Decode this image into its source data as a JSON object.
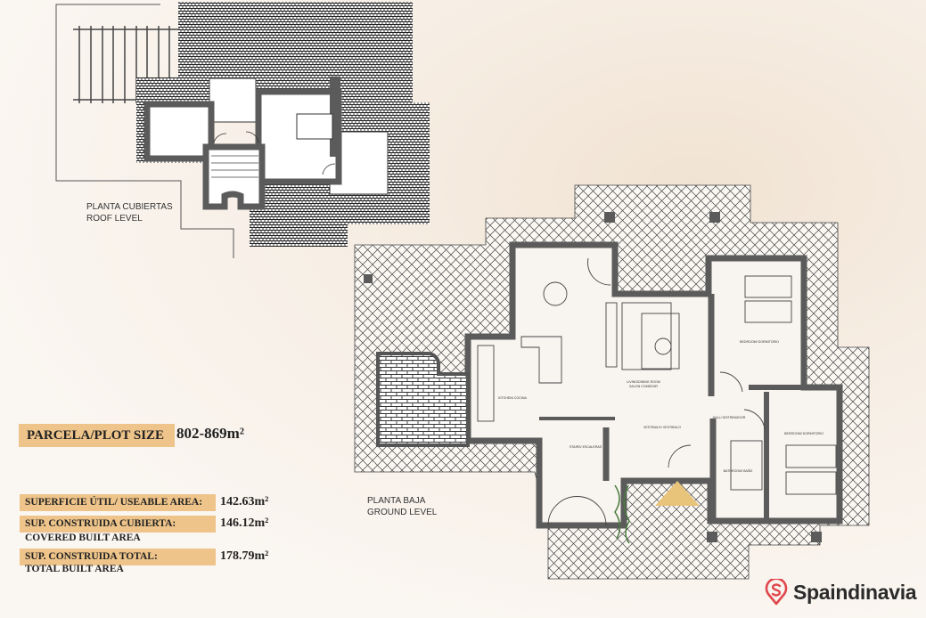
{
  "roof_level": {
    "title_es": "PLANTA CUBIERTAS",
    "title_en": "ROOF LEVEL"
  },
  "ground_level": {
    "title_es": "PLANTA BAJA",
    "title_en": "GROUND LEVEL",
    "rooms": [
      "KITCHEN/ COCINA",
      "LIVING/DINING ROOM",
      "SALON COMEDOR",
      "BEDROOM/ DORMITORIO",
      "BEDROOM/ DORMITORIO",
      "HALL/ DISTRIBUIDOR",
      "VESTIBULE/ VESTIBULO",
      "BATHROOM/ BAÑO",
      "STAIRS/ ESCALERAS"
    ]
  },
  "plot": {
    "label": "PARCELA/PLOT SIZE",
    "value": "802-869m²"
  },
  "areas": [
    {
      "label": "SUPERFICIE ÚTIL/ USEABLE AREA:",
      "sub": "",
      "value": "142.63m²"
    },
    {
      "label": "SUP. CONSTRUIDA CUBIERTA:",
      "sub": "COVERED BUILT AREA",
      "value": "146.12m²"
    },
    {
      "label": "SUP. CONSTRUIDA TOTAL:",
      "sub": "TOTAL BUILT AREA",
      "value": "178.79m²"
    }
  ],
  "brand": {
    "name": "Spaindinavia",
    "color": "#e0474c",
    "icon": "location-pin-s-icon"
  },
  "colors": {
    "wall": "#5b5b5b",
    "label_box": "#eec48a"
  }
}
